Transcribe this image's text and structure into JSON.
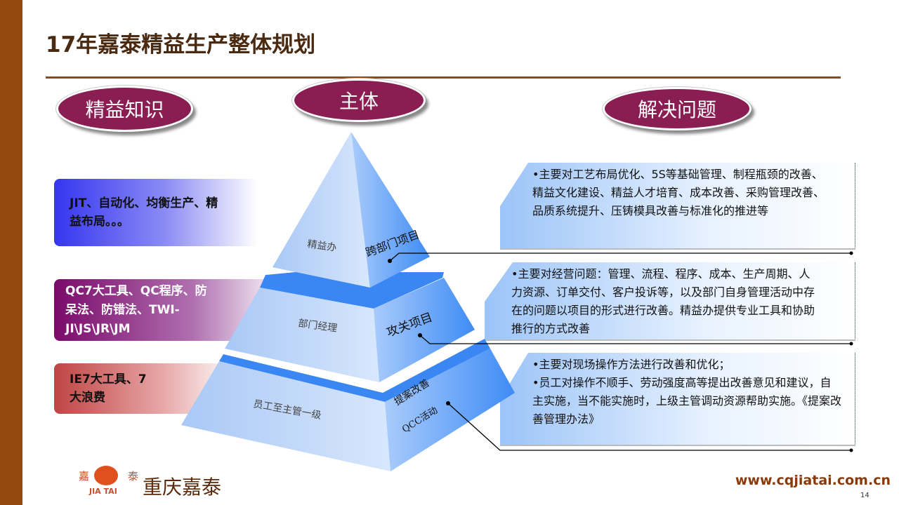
{
  "title": "17年嘉泰精益生产整体规划",
  "headers": {
    "knowledge": "精益知识",
    "subject": "主体",
    "solve": "解决问题"
  },
  "knowledge": [
    {
      "text": "JIT、自动化、均衡生产、精益布局。。。",
      "color": "#3333f0"
    },
    {
      "text": "QC7大工具、QC程序、防呆法、防错法、TWI-JI\\JS\\JR\\JM",
      "color": "#7a0a6a"
    },
    {
      "text": "IE7大工具、7大浪费",
      "color": "#c04a4a"
    }
  ],
  "pyramid": {
    "levels": [
      {
        "subject": "精益办",
        "project": "跨部门项目"
      },
      {
        "subject": "部门经理",
        "project": "攻关项目"
      },
      {
        "subject": "员工至主管一级",
        "project": "提案改善",
        "project2": "QCC活动"
      }
    ]
  },
  "solutions": [
    [
      "•主要对工艺布局优化、5S等基础管理、制程瓶颈的改善、精益文化建设、精益人才培育、成本改善、采购管理改善、品质系统提升、压铸模具改善与标准化的推进等"
    ],
    [
      "•主要对经营问题：管理、流程、程序、成本、生产周期、人力资源、订单交付、客户投诉等，以及部门自身管理活动中存在的问题以项目的形式进行改善。精益办提供专业工具和协助推行的方式改善"
    ],
    [
      "•主要对现场操作方法进行改善和优化；",
      "•员工对操作不顺手、劳动强度高等提出改善意见和建议，自主实施，当不能实施时，上级主管调动资源帮助实施。《提案改善管理办法》"
    ]
  ],
  "logo": {
    "cn_left": "嘉",
    "cn_right": "泰",
    "en": "JIA TAI"
  },
  "brand": "重庆嘉泰",
  "url": "www.cqjiatai.com.cn",
  "page_number": "14"
}
